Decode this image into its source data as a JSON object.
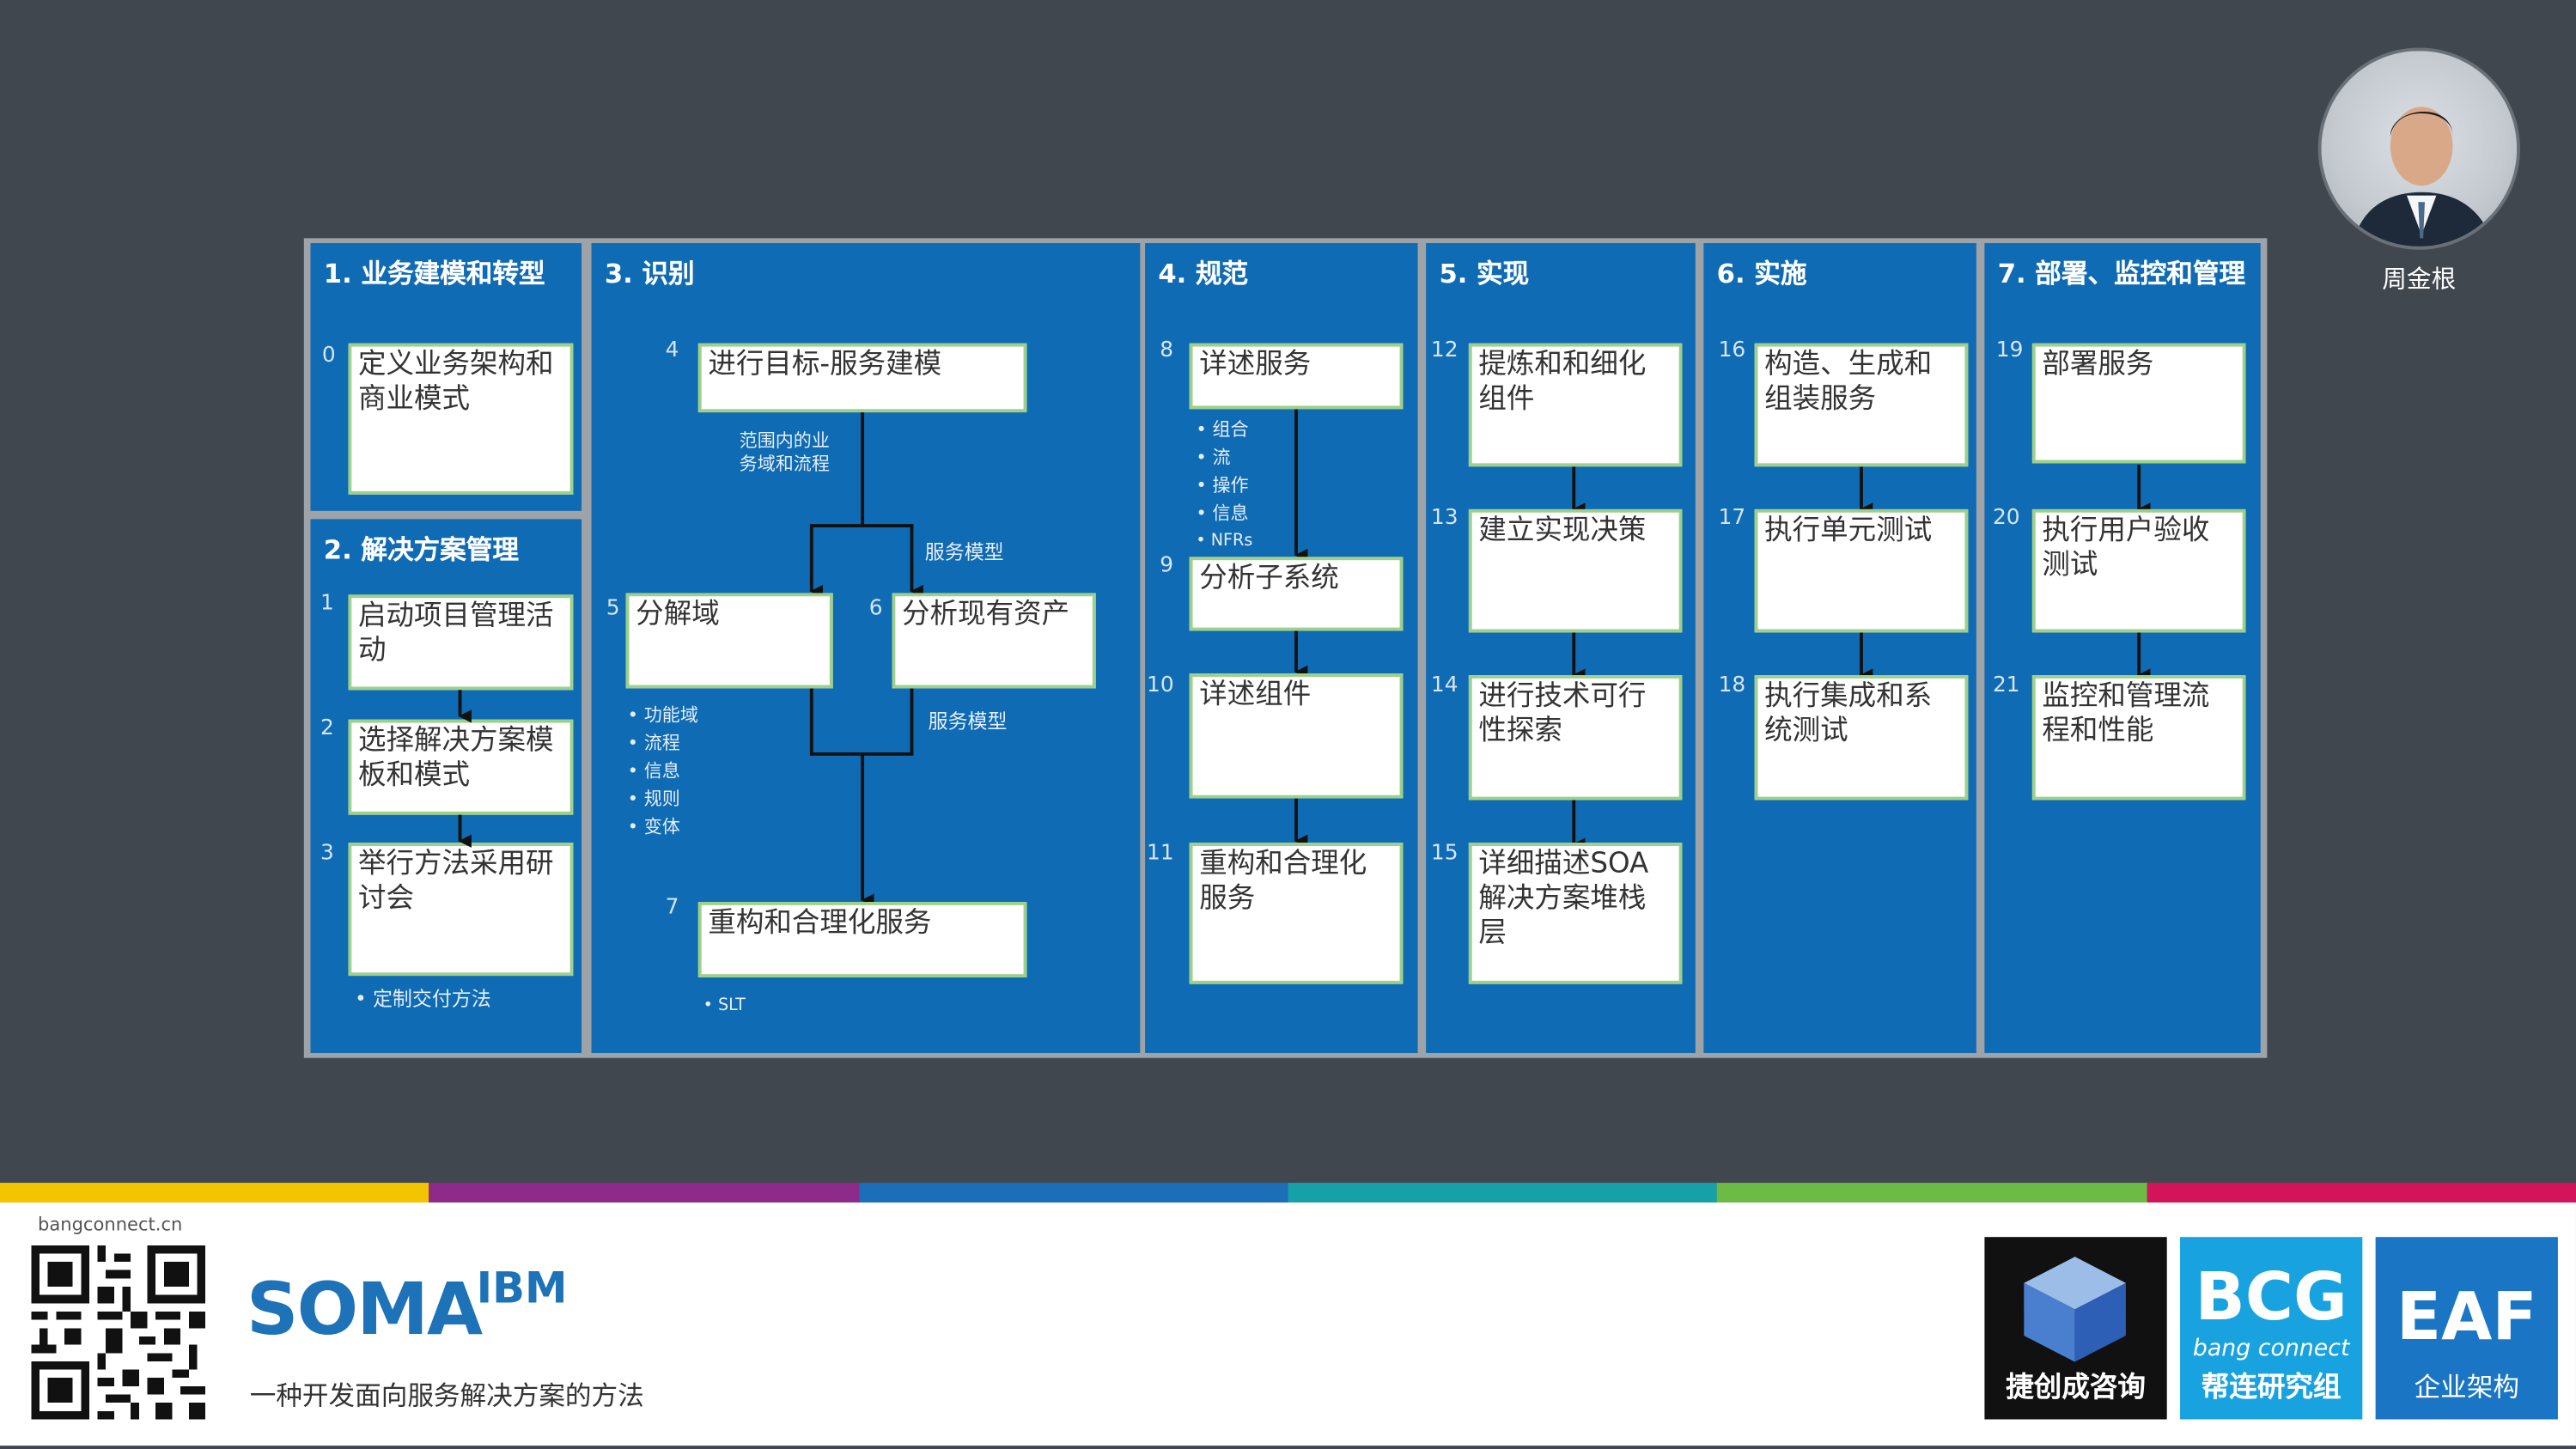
{
  "speaker": {
    "name": "周金根"
  },
  "columns": [
    {
      "title": "1. 业务建模和转型"
    },
    {
      "title": "2. 解决方案管理"
    },
    {
      "title": "3. 识别"
    },
    {
      "title": "4. 规范"
    },
    {
      "title": "5. 实现"
    },
    {
      "title": "6. 实施"
    },
    {
      "title": "7. 部署、监控和管理"
    }
  ],
  "steps": [
    {
      "num": "0",
      "label": "定义业务架构和商业模式"
    },
    {
      "num": "1",
      "label": "启动项目管理活动"
    },
    {
      "num": "2",
      "label": "选择解决方案模板和模式"
    },
    {
      "num": "3",
      "label": "举行方法采用研讨会"
    },
    {
      "num": "4",
      "label": "进行目标-服务建模"
    },
    {
      "num": "5",
      "label": "分解域"
    },
    {
      "num": "6",
      "label": "分析现有资产"
    },
    {
      "num": "7",
      "label": "重构和合理化服务"
    },
    {
      "num": "8",
      "label": "详述服务"
    },
    {
      "num": "9",
      "label": "分析子系统"
    },
    {
      "num": "10",
      "label": "详述组件"
    },
    {
      "num": "11",
      "label": "重构和合理化服务"
    },
    {
      "num": "12",
      "label": "提炼和和细化组件"
    },
    {
      "num": "13",
      "label": "建立实现决策"
    },
    {
      "num": "14",
      "label": "进行技术可行性探索"
    },
    {
      "num": "15",
      "label": "详细描述SOA解决方案堆栈层"
    },
    {
      "num": "16",
      "label": "构造、生成和组装服务"
    },
    {
      "num": "17",
      "label": "执行单元测试"
    },
    {
      "num": "18",
      "label": "执行集成和系统测试"
    },
    {
      "num": "19",
      "label": "部署服务"
    },
    {
      "num": "20",
      "label": "执行用户验收测试"
    },
    {
      "num": "21",
      "label": "监控和管理流程和性能"
    }
  ],
  "notes": {
    "customize": "定制交付方法",
    "scope_line1": "范围内的业",
    "scope_line2": "务域和流程",
    "service_model_a": "服务模型",
    "service_model_b": "服务模型",
    "decompose_bullets": [
      "功能域",
      "流程",
      "信息",
      "规则",
      "变体"
    ],
    "slt": "SLT",
    "spec_bullets": [
      "组合",
      "流",
      "操作",
      "信息",
      "NFRs"
    ]
  },
  "footer": {
    "site": "bangconnect.cn",
    "brand": "SOMA",
    "brand_sup": "IBM",
    "tagline": "一种开发面向服务解决方案的方法",
    "logos": [
      {
        "name": "捷创成咨询"
      },
      {
        "big": "BCG",
        "sub": "bang connect",
        "name": "帮连研究组"
      },
      {
        "big": "EAF",
        "name": "企业架构"
      }
    ]
  },
  "colors": {
    "background": "#41474f",
    "column_blue": "#0f6bb3",
    "box_border": "#9ed08a",
    "strip": [
      "#f2c500",
      "#8e2a8a",
      "#1a6fb8",
      "#16a0a8",
      "#6cbb45",
      "#d4145a"
    ]
  }
}
